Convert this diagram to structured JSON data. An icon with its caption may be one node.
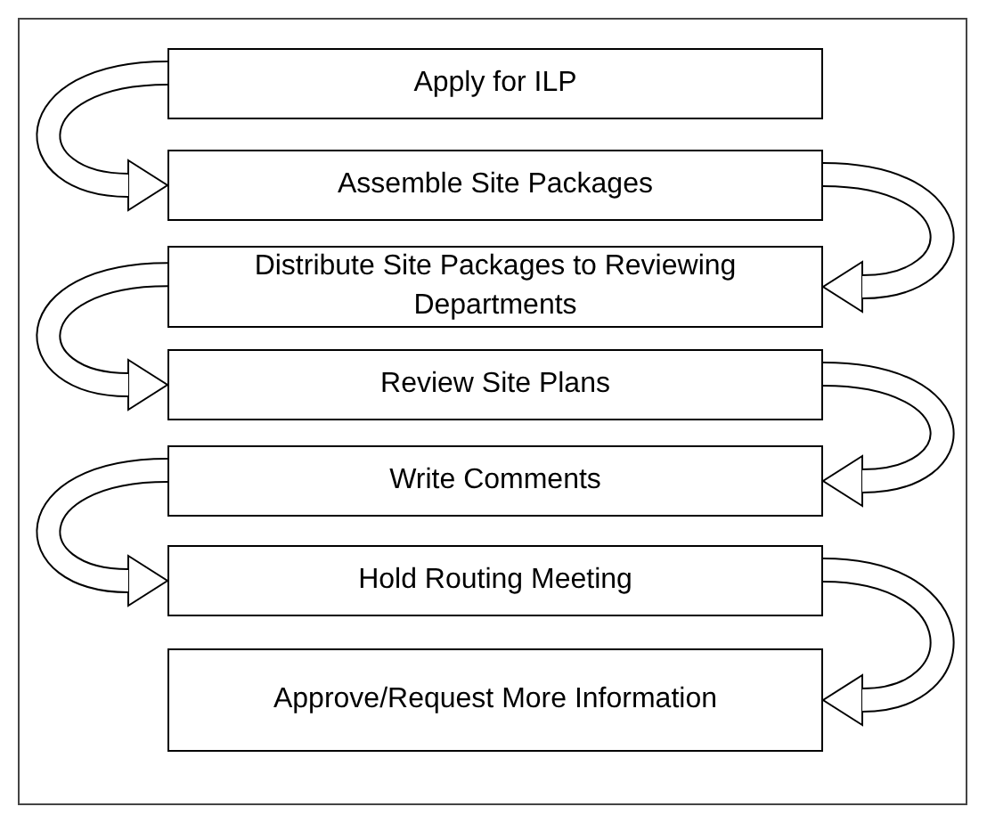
{
  "diagram": {
    "nodes": [
      {
        "text": [
          "Apply for ILP"
        ]
      },
      {
        "text": [
          "Assemble Site Packages"
        ]
      },
      {
        "text": [
          "Distribute Site Packages to Reviewing Departments"
        ]
      },
      {
        "text": [
          "Review Site Plans"
        ]
      },
      {
        "text": [
          "Write Comments"
        ]
      },
      {
        "text": [
          "Hold Routing Meeting"
        ]
      },
      {
        "text": [
          "Approve/Request More Information"
        ]
      }
    ],
    "edges": [
      {
        "from": 0,
        "to": 1,
        "arrow": "to"
      },
      {
        "from": 1,
        "to": 2,
        "arrow": "to"
      },
      {
        "from": 2,
        "to": 3,
        "arrow": "to"
      },
      {
        "from": 3,
        "to": 4,
        "arrow": "to"
      },
      {
        "from": 4,
        "to": 5,
        "arrow": "to"
      },
      {
        "from": 5,
        "to": 6,
        "arrow": "to"
      }
    ]
  }
}
